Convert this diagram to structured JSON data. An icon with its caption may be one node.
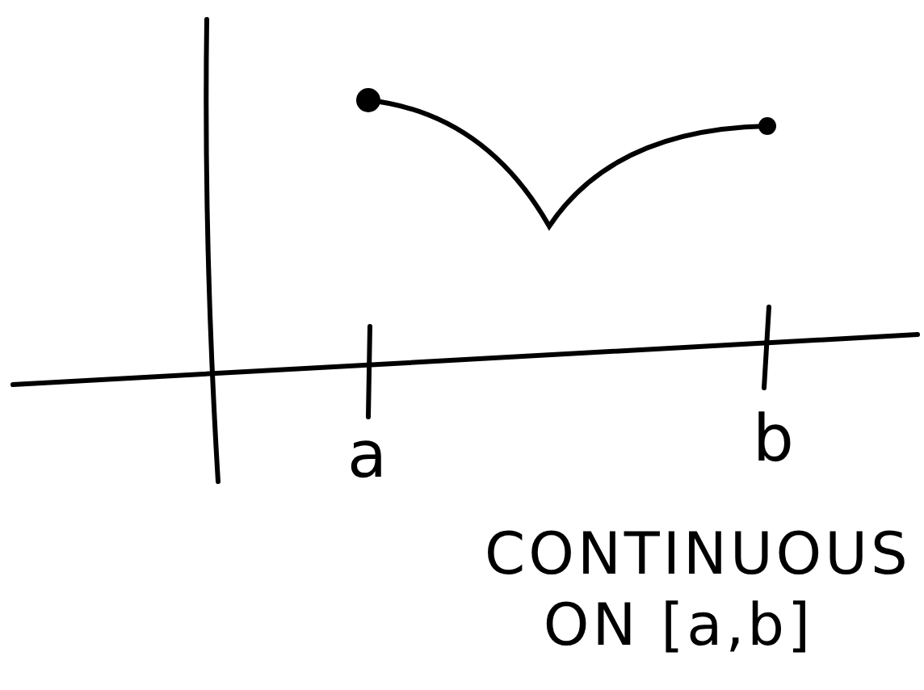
{
  "diagram": {
    "caption": "CONTINUOUS ON [a,b]",
    "labels": [
      "a",
      "b"
    ]
  }
}
